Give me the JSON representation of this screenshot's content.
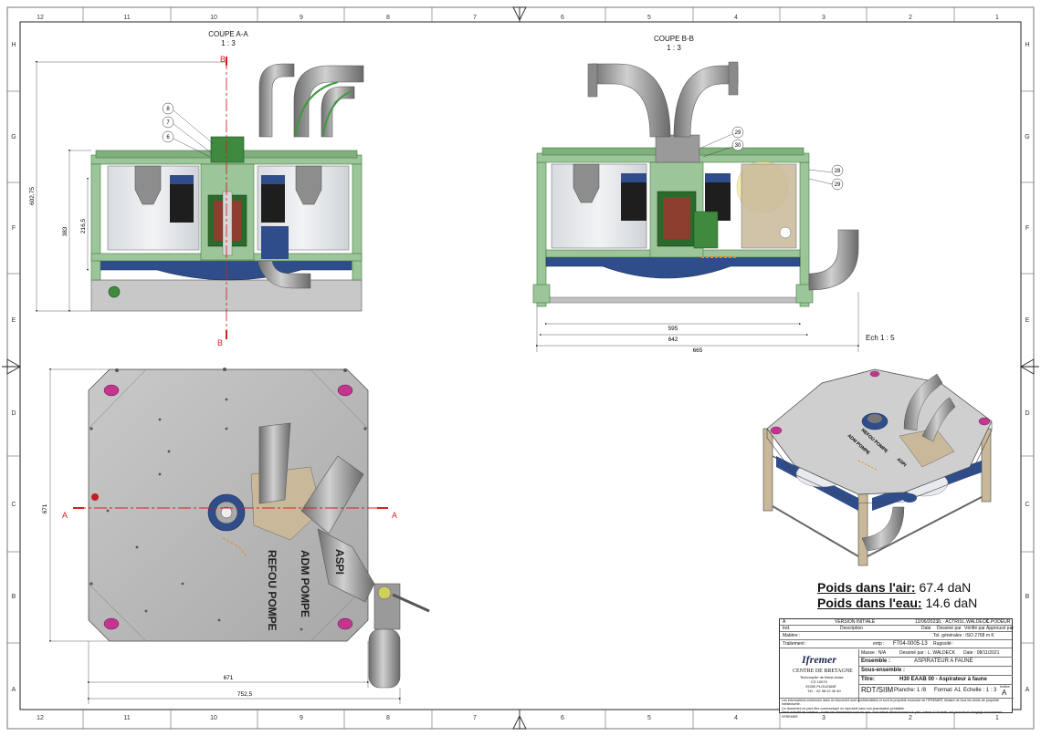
{
  "border": {
    "cols_top": [
      "12",
      "11",
      "10",
      "9",
      "8",
      "7",
      "6",
      "5",
      "4",
      "3",
      "2",
      "1"
    ],
    "rows_left": [
      "H",
      "G",
      "F",
      "E",
      "D",
      "C",
      "B",
      "A"
    ]
  },
  "views": {
    "section_aa": {
      "title": "COUPE A-A",
      "scale": "1 : 3",
      "cut_label": "B",
      "balloons": [
        "8",
        "7",
        "6"
      ]
    },
    "section_bb": {
      "title": "COUPE B-B",
      "scale": "1 : 3",
      "balloons_top": [
        "29",
        "30"
      ],
      "balloons_side": [
        "28",
        "29"
      ]
    },
    "top_view": {
      "cut_label": "A",
      "labels": [
        "ASPI",
        "ADM POMPE",
        "REFOU POMPE"
      ]
    },
    "iso_view": {
      "scale_label": "Ech 1 : 5",
      "labels": [
        "ADM POMPE",
        "REFOU POMPE",
        "ASPI"
      ]
    }
  },
  "dimensions": {
    "aa_height_total": "602,75",
    "aa_height_mid": "383",
    "aa_height_inner": "216,5",
    "bb_w1": "595",
    "bb_w2": "642",
    "bb_w3": "665",
    "top_height": "671",
    "top_w1": "671",
    "top_w2": "752,5"
  },
  "weights": {
    "air_label": "Poids dans l'air:",
    "air_value": "67.4 daN",
    "water_label": "Poids dans l'eau:",
    "water_value": "14.6 daN"
  },
  "title_block": {
    "rev_letter": "A",
    "rev_desc": "VERSION INITIALE",
    "rev_date": "12/06/2023",
    "rev_drawn": "JL · ACTRIS",
    "rev_checked": "L.WALDECK",
    "rev_approved": "C.PODEUR",
    "hdr_ind": "Ind.",
    "hdr_desc": "Description",
    "hdr_date": "Date",
    "hdr_drawn": "Dessiné par",
    "hdr_checked": "Vérifié par",
    "hdr_approved": "Approuvé par",
    "matiere": "Matière :",
    "tol": "Tol. générales : ISO 2768 m K",
    "traitement": "Traitement :",
    "entp": "entp :",
    "entp_value": "F704-0005-13",
    "rugosite": "Rugosité :",
    "company": "Ifremer",
    "centre": "CENTRE DE BRETAGNE",
    "addr1": "Technopôle de Brest-Iroise",
    "addr2": "CS 10070",
    "addr3": "29280 PLOUZANÉ",
    "addr4": "Tél. : 02 98 22 40 40",
    "masse": "Masse : N/A",
    "designer": "Dessiné par : L. WALDECK",
    "date_label": "Date : 08/11/2021",
    "ensemble_label": "Ensemble :",
    "ensemble_value": "ASPIRATEUR A FAUNE",
    "sous_ensemble": "Sous-ensemble :",
    "titre_label": "Titre:",
    "titre_value": "H30 EAAB 00 - Aspirateur à faune",
    "dept": "RDT/SIIM",
    "planche": "Planche: 1 /8",
    "format": "Format: A1",
    "echelle": "Echelle : 1 : 3",
    "indice_label": "Indice",
    "indice_value": "A",
    "footer1": "Les informations contenues dans ce document sont confidentielles et sont la propriété exclusive de l'IFREMER, titulaire de tous les droits de propriété intellectuelle.",
    "footer2": "Ce document ne peut être communiqué ou reproduit sans son autorisation préalable.",
    "footer3": "Seuil indicatif de cotation ; toutes les dimensions sont en mm. Tout relevé dimensionnel sur plan, même à l'échelle, est proscrit et n'engage aucunement l'IFREMER."
  },
  "colors": {
    "frame_green": "#9cc59a",
    "dark_green": "#3f7a3f",
    "steel_grey": "#b8b8b8",
    "pipe_grey": "#9a9a9a",
    "blue_plate": "#2e4d8a",
    "motor_black": "#1e1e1e",
    "cut_red": "#d62020",
    "orange": "#e88a1a"
  }
}
